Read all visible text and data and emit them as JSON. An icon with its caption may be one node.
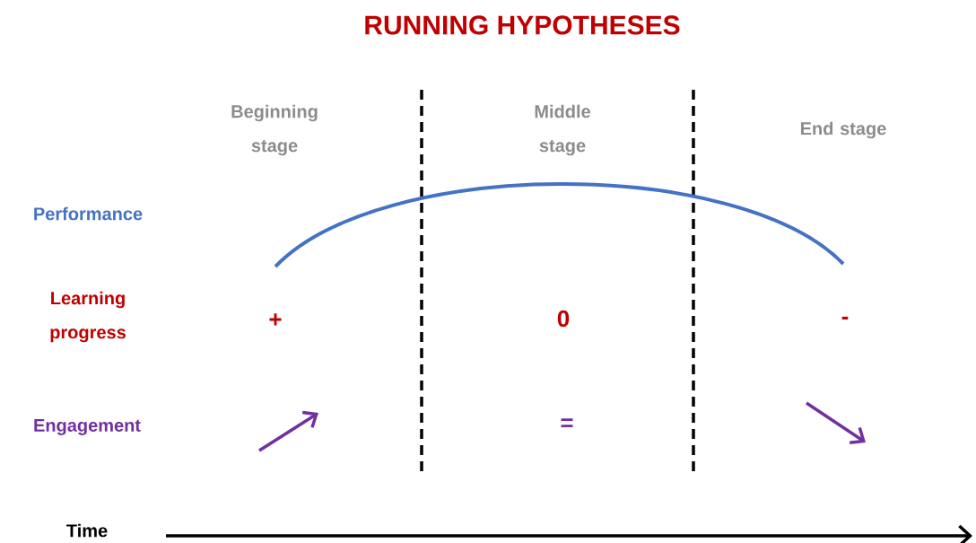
{
  "diagram": {
    "title": "RUNNING HYPOTHESES",
    "labels": [
      "Beginning stage",
      "Middle stage",
      "End stage",
      "Performance",
      "Learning progress",
      "Engagement",
      "+",
      "0",
      "-",
      "=",
      "Time"
    ]
  }
}
